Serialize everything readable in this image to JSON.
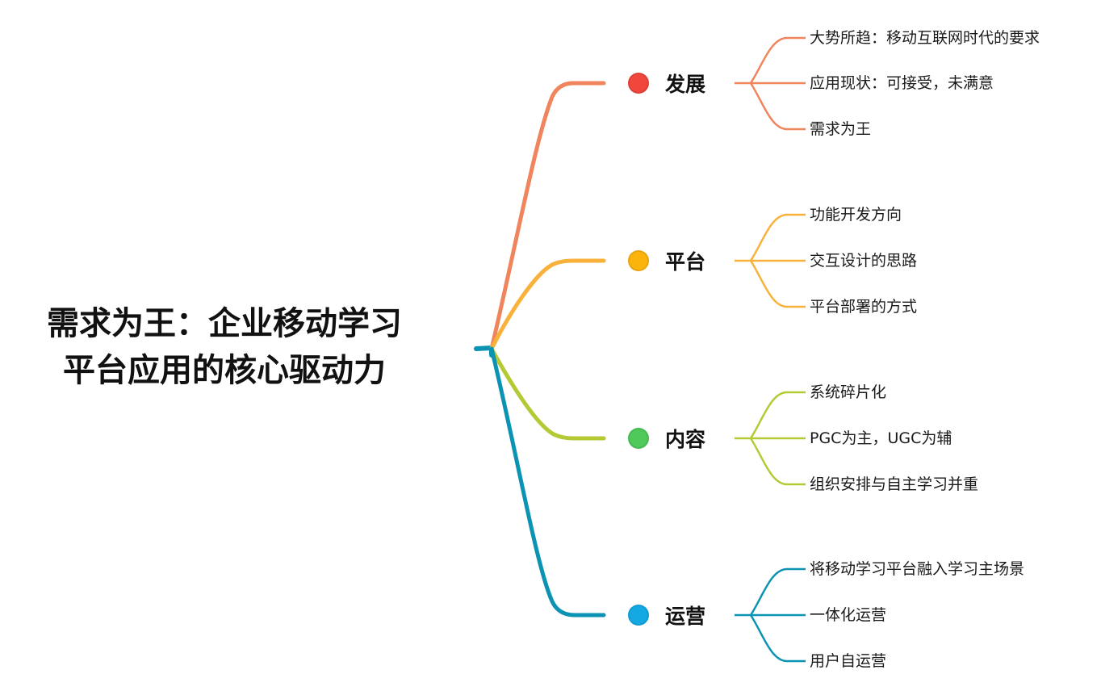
{
  "root": {
    "title_line1": "需求为王：企业移动学习",
    "title_line2": "平台应用的核心驱动力"
  },
  "branches": [
    {
      "label": "发展",
      "color": "#f0845c",
      "dot_color": "#f0463c",
      "children": [
        "大势所趋：移动互联网时代的要求",
        "应用现状：可接受，未满意",
        "需求为王"
      ]
    },
    {
      "label": "平台",
      "color": "#f8b23b",
      "dot_color": "#fbb40c",
      "children": [
        "功能开发方向",
        "交互设计的思路",
        "平台部署的方式"
      ]
    },
    {
      "label": "内容",
      "color": "#b5c935",
      "dot_color": "#4ec95a",
      "children": [
        "系统碎片化",
        "PGC为主，UGC为辅",
        "组织安排与自主学习并重"
      ]
    },
    {
      "label": "运营",
      "color": "#0c93b3",
      "dot_color": "#15a9e3",
      "children": [
        "将移动学习平台融入学习主场景",
        "一体化运营",
        "用户自运营"
      ]
    }
  ]
}
